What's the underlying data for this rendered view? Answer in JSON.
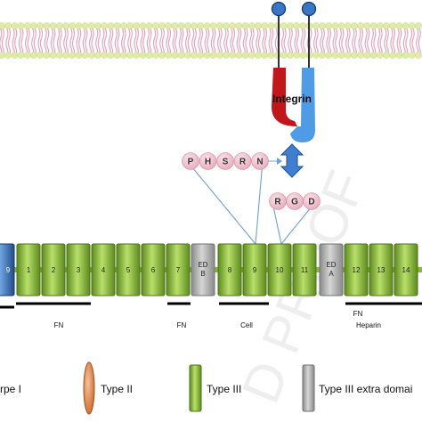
{
  "integrin": {
    "label": "Integrin"
  },
  "motifs": {
    "phsrn": [
      "P",
      "H",
      "S",
      "R",
      "N"
    ],
    "rgd": [
      "R",
      "G",
      "D"
    ]
  },
  "modules": [
    {
      "label": "9",
      "kind": "type1"
    },
    {
      "label": "1",
      "kind": "type3"
    },
    {
      "label": "2",
      "kind": "type3"
    },
    {
      "label": "3",
      "kind": "type3"
    },
    {
      "label": "4",
      "kind": "type3"
    },
    {
      "label": "5",
      "kind": "type3"
    },
    {
      "label": "6",
      "kind": "type3"
    },
    {
      "label": "7",
      "kind": "type3"
    },
    {
      "label": "ED B",
      "kind": "extra"
    },
    {
      "label": "8",
      "kind": "type3"
    },
    {
      "label": "9",
      "kind": "type3"
    },
    {
      "label": "10",
      "kind": "type3"
    },
    {
      "label": "11",
      "kind": "type3"
    },
    {
      "label": "ED A",
      "kind": "extra"
    },
    {
      "label": "12",
      "kind": "type3"
    },
    {
      "label": "13",
      "kind": "type3"
    },
    {
      "label": "14",
      "kind": "type3"
    }
  ],
  "binding_domains": [
    {
      "label": "FN"
    },
    {
      "label": "FN"
    },
    {
      "label": "Cell"
    },
    {
      "label": "FN"
    },
    {
      "label": "Heparin"
    }
  ],
  "legend": [
    {
      "label": "rpe I",
      "kind": "type1"
    },
    {
      "label": "Type II",
      "kind": "type2"
    },
    {
      "label": "Type III",
      "kind": "type3"
    },
    {
      "label": "Type III extra domai",
      "kind": "extra"
    }
  ],
  "watermark": "D PROOF",
  "colors": {
    "lipid_head": "#e0eba8",
    "lipid_tail": "#e8a4ba",
    "integrin_red": "#c0161c",
    "integrin_blue": "#4f9be5",
    "motif_bead": "#f2c6d2",
    "type3_green": "#93c83f",
    "extra_grey": "#a9a9a9",
    "type1_blue": "#3d74b8",
    "type2_orange": "#e8935e",
    "connector": "#6f9fd8",
    "arrow": "#3f7fd0"
  }
}
